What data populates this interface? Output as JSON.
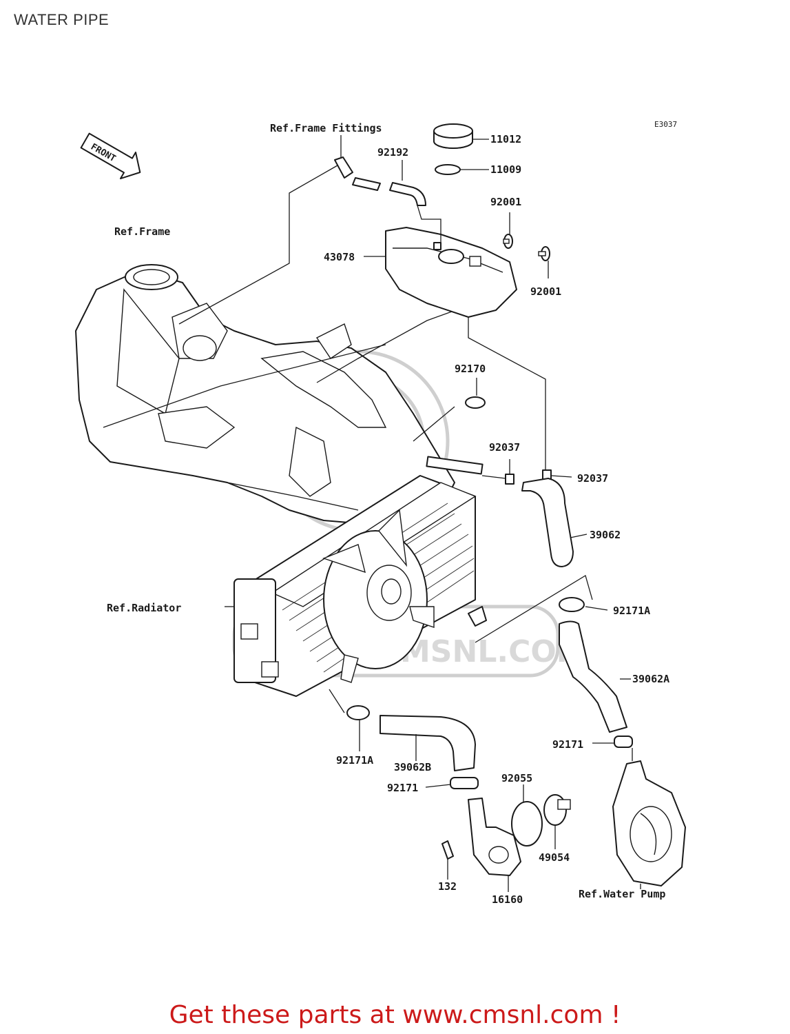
{
  "page_title": "WATER PIPE",
  "diagram_code": "E3037",
  "front_arrow_label": "FRONT",
  "refs": {
    "frame_fittings": "Ref.Frame Fittings",
    "frame": "Ref.Frame",
    "radiator": "Ref.Radiator",
    "water_pump": "Ref.Water Pump"
  },
  "parts": {
    "p11012": "11012",
    "p11009": "11009",
    "p92192": "92192",
    "p92001a": "92001",
    "p92001b": "92001",
    "p43078": "43078",
    "p92170": "92170",
    "p92037a": "92037",
    "p92037b": "92037",
    "p39062": "39062",
    "p92171A_right": "92171A",
    "p39062A": "39062A",
    "p92171_right": "92171",
    "p92171A_left": "92171A",
    "p39062B": "39062B",
    "p92171_left": "92171",
    "p92055": "92055",
    "p49054": "49054",
    "p132": "132",
    "p16160": "16160"
  },
  "watermark_text": "WWW.CMSNL.COM",
  "footer_text": "Get these parts at www.cmsnl.com !",
  "colors": {
    "footer": "#cc1a1a",
    "line": "#1a1a1a",
    "watermark": "#d9d9d9"
  }
}
